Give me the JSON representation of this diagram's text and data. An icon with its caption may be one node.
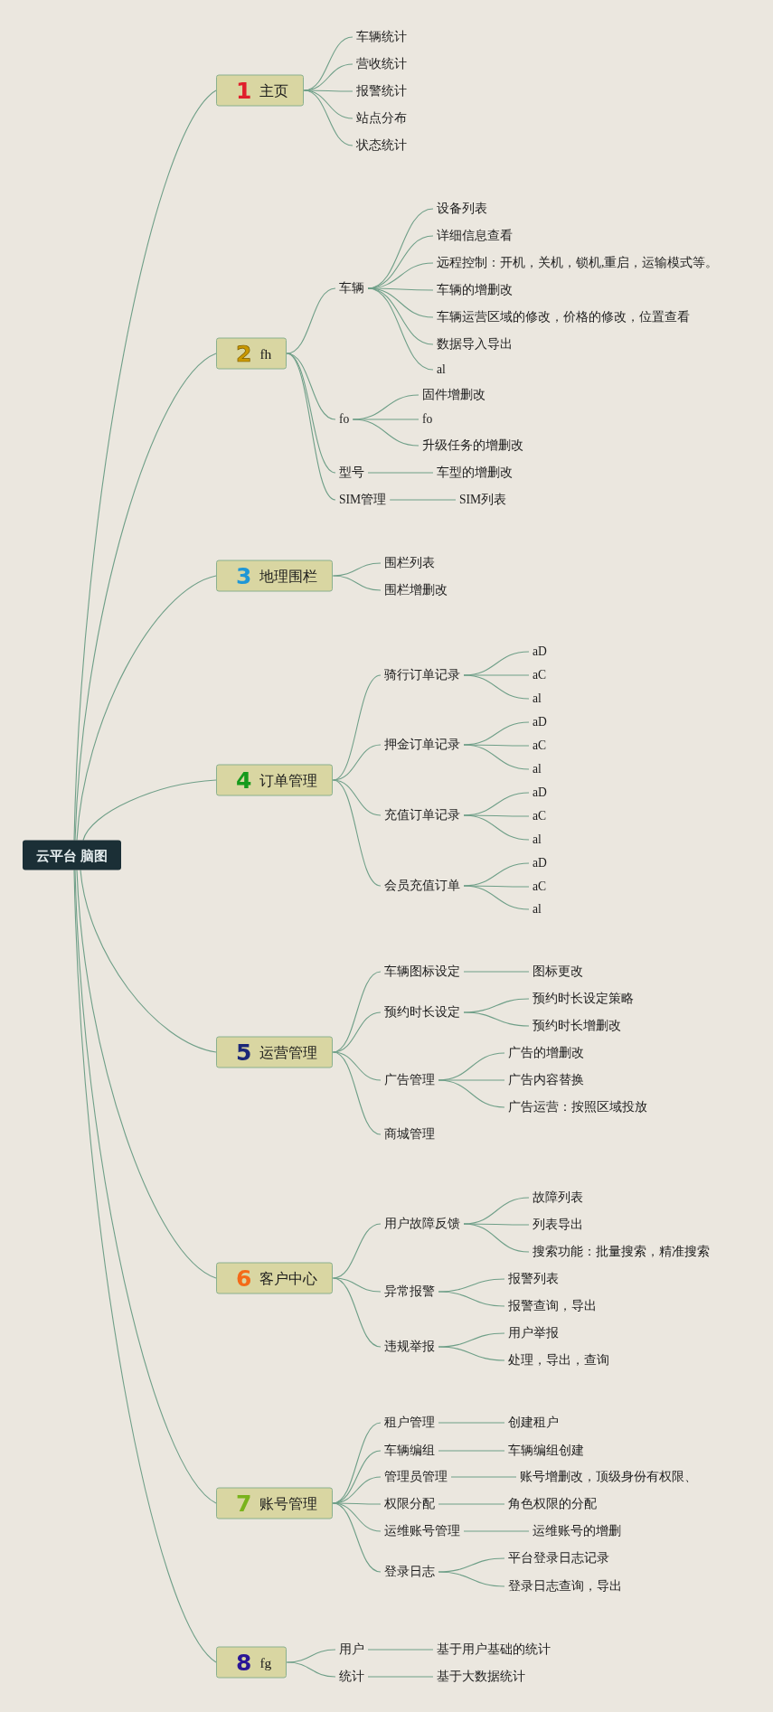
{
  "diagram": {
    "nodes": [
      {
        "text": [
          "云平台 脑图"
        ]
      },
      {
        "text": [
          "1",
          "主页"
        ]
      },
      {
        "text": [
          "车辆统计"
        ]
      },
      {
        "text": [
          "营收统计"
        ]
      },
      {
        "text": [
          "报警统计"
        ]
      },
      {
        "text": [
          "站点分布"
        ]
      },
      {
        "text": [
          "状态统计"
        ]
      },
      {
        "text": [
          "2",
          "fh"
        ]
      },
      {
        "text": [
          "车辆"
        ]
      },
      {
        "text": [
          "设备列表"
        ]
      },
      {
        "text": [
          "详细信息查看"
        ]
      },
      {
        "text": [
          "远程控制：开机，关机，锁机,重启，运输模式等。"
        ]
      },
      {
        "text": [
          "车辆的增删改"
        ]
      },
      {
        "text": [
          "车辆运营区域的修改，价格的修改，位置查看"
        ]
      },
      {
        "text": [
          "数据导入导出"
        ]
      },
      {
        "text": [
          "al"
        ]
      },
      {
        "text": [
          "fo"
        ]
      },
      {
        "text": [
          "固件增删改"
        ]
      },
      {
        "text": [
          "fo"
        ]
      },
      {
        "text": [
          "升级任务的增删改"
        ]
      },
      {
        "text": [
          "型号"
        ]
      },
      {
        "text": [
          "车型的增删改"
        ]
      },
      {
        "text": [
          "SIM管理"
        ]
      },
      {
        "text": [
          "SIM列表"
        ]
      },
      {
        "text": [
          "3",
          "地理围栏"
        ]
      },
      {
        "text": [
          "围栏列表"
        ]
      },
      {
        "text": [
          "围栏增删改"
        ]
      },
      {
        "text": [
          "4",
          "订单管理"
        ]
      },
      {
        "text": [
          "骑行订单记录"
        ]
      },
      {
        "text": [
          "aD"
        ]
      },
      {
        "text": [
          "aC"
        ]
      },
      {
        "text": [
          "al"
        ]
      },
      {
        "text": [
          "押金订单记录"
        ]
      },
      {
        "text": [
          "aD"
        ]
      },
      {
        "text": [
          "aC"
        ]
      },
      {
        "text": [
          "al"
        ]
      },
      {
        "text": [
          "充值订单记录"
        ]
      },
      {
        "text": [
          "aD"
        ]
      },
      {
        "text": [
          "aC"
        ]
      },
      {
        "text": [
          "al"
        ]
      },
      {
        "text": [
          "会员充值订单"
        ]
      },
      {
        "text": [
          "aD"
        ]
      },
      {
        "text": [
          "aC"
        ]
      },
      {
        "text": [
          "al"
        ]
      },
      {
        "text": [
          "5",
          "运营管理"
        ]
      },
      {
        "text": [
          "车辆图标设定"
        ]
      },
      {
        "text": [
          "图标更改"
        ]
      },
      {
        "text": [
          "预约时长设定"
        ]
      },
      {
        "text": [
          "预约时长设定策略"
        ]
      },
      {
        "text": [
          "预约时长增删改"
        ]
      },
      {
        "text": [
          "广告管理"
        ]
      },
      {
        "text": [
          "广告的增删改"
        ]
      },
      {
        "text": [
          "广告内容替换"
        ]
      },
      {
        "text": [
          "广告运营：按照区域投放"
        ]
      },
      {
        "text": [
          "商城管理"
        ]
      },
      {
        "text": [
          "6",
          "客户中心"
        ]
      },
      {
        "text": [
          "用户故障反馈"
        ]
      },
      {
        "text": [
          "故障列表"
        ]
      },
      {
        "text": [
          "列表导出"
        ]
      },
      {
        "text": [
          "搜索功能：批量搜索，精准搜索"
        ]
      },
      {
        "text": [
          "异常报警"
        ]
      },
      {
        "text": [
          "报警列表"
        ]
      },
      {
        "text": [
          "报警查询，导出"
        ]
      },
      {
        "text": [
          "违规举报"
        ]
      },
      {
        "text": [
          "用户举报"
        ]
      },
      {
        "text": [
          "处理，导出，查询"
        ]
      },
      {
        "text": [
          "7",
          "账号管理"
        ]
      },
      {
        "text": [
          "租户管理"
        ]
      },
      {
        "text": [
          "创建租户"
        ]
      },
      {
        "text": [
          "车辆编组"
        ]
      },
      {
        "text": [
          "车辆编组创建"
        ]
      },
      {
        "text": [
          "管理员管理"
        ]
      },
      {
        "text": [
          "账号增删改，顶级身份有权限、"
        ]
      },
      {
        "text": [
          "权限分配"
        ]
      },
      {
        "text": [
          "角色权限的分配"
        ]
      },
      {
        "text": [
          "运维账号管理"
        ]
      },
      {
        "text": [
          "运维账号的增删"
        ]
      },
      {
        "text": [
          "登录日志"
        ]
      },
      {
        "text": [
          "平台登录日志记录"
        ]
      },
      {
        "text": [
          "登录日志查询，导出"
        ]
      },
      {
        "text": [
          "8",
          "fg"
        ]
      },
      {
        "text": [
          "用户"
        ]
      },
      {
        "text": [
          "基于用户基础的统计"
        ]
      },
      {
        "text": [
          "统计"
        ]
      },
      {
        "text": [
          "基于大数据统计"
        ]
      }
    ],
    "edges": [
      {
        "from": 0,
        "to": 1,
        "arrow": "none"
      },
      {
        "from": 1,
        "to": 2,
        "arrow": "none"
      },
      {
        "from": 1,
        "to": 3,
        "arrow": "none"
      },
      {
        "from": 1,
        "to": 4,
        "arrow": "none"
      },
      {
        "from": 1,
        "to": 5,
        "arrow": "none"
      },
      {
        "from": 1,
        "to": 6,
        "arrow": "none"
      },
      {
        "from": 0,
        "to": 7,
        "arrow": "none"
      },
      {
        "from": 7,
        "to": 8,
        "arrow": "none"
      },
      {
        "from": 8,
        "to": 9,
        "arrow": "none"
      },
      {
        "from": 8,
        "to": 10,
        "arrow": "none"
      },
      {
        "from": 8,
        "to": 11,
        "arrow": "none"
      },
      {
        "from": 8,
        "to": 12,
        "arrow": "none"
      },
      {
        "from": 8,
        "to": 13,
        "arrow": "none"
      },
      {
        "from": 8,
        "to": 14,
        "arrow": "none"
      },
      {
        "from": 8,
        "to": 15,
        "arrow": "none"
      },
      {
        "from": 7,
        "to": 16,
        "arrow": "none"
      },
      {
        "from": 16,
        "to": 17,
        "arrow": "none"
      },
      {
        "from": 16,
        "to": 18,
        "arrow": "none"
      },
      {
        "from": 16,
        "to": 19,
        "arrow": "none"
      },
      {
        "from": 7,
        "to": 20,
        "arrow": "none"
      },
      {
        "from": 20,
        "to": 21,
        "arrow": "none"
      },
      {
        "from": 7,
        "to": 22,
        "arrow": "none"
      },
      {
        "from": 22,
        "to": 23,
        "arrow": "none"
      },
      {
        "from": 0,
        "to": 24,
        "arrow": "none"
      },
      {
        "from": 24,
        "to": 25,
        "arrow": "none"
      },
      {
        "from": 24,
        "to": 26,
        "arrow": "none"
      },
      {
        "from": 0,
        "to": 27,
        "arrow": "none"
      },
      {
        "from": 27,
        "to": 28,
        "arrow": "none"
      },
      {
        "from": 28,
        "to": 29,
        "arrow": "none"
      },
      {
        "from": 28,
        "to": 30,
        "arrow": "none"
      },
      {
        "from": 28,
        "to": 31,
        "arrow": "none"
      },
      {
        "from": 27,
        "to": 32,
        "arrow": "none"
      },
      {
        "from": 32,
        "to": 33,
        "arrow": "none"
      },
      {
        "from": 32,
        "to": 34,
        "arrow": "none"
      },
      {
        "from": 32,
        "to": 35,
        "arrow": "none"
      },
      {
        "from": 27,
        "to": 36,
        "arrow": "none"
      },
      {
        "from": 36,
        "to": 37,
        "arrow": "none"
      },
      {
        "from": 36,
        "to": 38,
        "arrow": "none"
      },
      {
        "from": 36,
        "to": 39,
        "arrow": "none"
      },
      {
        "from": 27,
        "to": 40,
        "arrow": "none"
      },
      {
        "from": 40,
        "to": 41,
        "arrow": "none"
      },
      {
        "from": 40,
        "to": 42,
        "arrow": "none"
      },
      {
        "from": 40,
        "to": 43,
        "arrow": "none"
      },
      {
        "from": 0,
        "to": 44,
        "arrow": "none"
      },
      {
        "from": 44,
        "to": 45,
        "arrow": "none"
      },
      {
        "from": 45,
        "to": 46,
        "arrow": "none"
      },
      {
        "from": 44,
        "to": 47,
        "arrow": "none"
      },
      {
        "from": 47,
        "to": 48,
        "arrow": "none"
      },
      {
        "from": 47,
        "to": 49,
        "arrow": "none"
      },
      {
        "from": 44,
        "to": 50,
        "arrow": "none"
      },
      {
        "from": 50,
        "to": 51,
        "arrow": "none"
      },
      {
        "from": 50,
        "to": 52,
        "arrow": "none"
      },
      {
        "from": 50,
        "to": 53,
        "arrow": "none"
      },
      {
        "from": 44,
        "to": 54,
        "arrow": "none"
      },
      {
        "from": 0,
        "to": 55,
        "arrow": "none"
      },
      {
        "from": 55,
        "to": 56,
        "arrow": "none"
      },
      {
        "from": 56,
        "to": 57,
        "arrow": "none"
      },
      {
        "from": 56,
        "to": 58,
        "arrow": "none"
      },
      {
        "from": 56,
        "to": 59,
        "arrow": "none"
      },
      {
        "from": 55,
        "to": 60,
        "arrow": "none"
      },
      {
        "from": 60,
        "to": 61,
        "arrow": "none"
      },
      {
        "from": 60,
        "to": 62,
        "arrow": "none"
      },
      {
        "from": 55,
        "to": 63,
        "arrow": "none"
      },
      {
        "from": 63,
        "to": 64,
        "arrow": "none"
      },
      {
        "from": 63,
        "to": 65,
        "arrow": "none"
      },
      {
        "from": 0,
        "to": 66,
        "arrow": "none"
      },
      {
        "from": 66,
        "to": 67,
        "arrow": "none"
      },
      {
        "from": 67,
        "to": 68,
        "arrow": "none"
      },
      {
        "from": 66,
        "to": 69,
        "arrow": "none"
      },
      {
        "from": 69,
        "to": 70,
        "arrow": "none"
      },
      {
        "from": 66,
        "to": 71,
        "arrow": "none"
      },
      {
        "from": 71,
        "to": 72,
        "arrow": "none"
      },
      {
        "from": 66,
        "to": 73,
        "arrow": "none"
      },
      {
        "from": 73,
        "to": 74,
        "arrow": "none"
      },
      {
        "from": 66,
        "to": 75,
        "arrow": "none"
      },
      {
        "from": 75,
        "to": 76,
        "arrow": "none"
      },
      {
        "from": 66,
        "to": 77,
        "arrow": "none"
      },
      {
        "from": 77,
        "to": 78,
        "arrow": "none"
      },
      {
        "from": 77,
        "to": 79,
        "arrow": "none"
      },
      {
        "from": 0,
        "to": 80,
        "arrow": "none"
      },
      {
        "from": 80,
        "to": 81,
        "arrow": "none"
      },
      {
        "from": 81,
        "to": 82,
        "arrow": "none"
      },
      {
        "from": 80,
        "to": 83,
        "arrow": "none"
      },
      {
        "from": 83,
        "to": 84,
        "arrow": "none"
      }
    ]
  }
}
